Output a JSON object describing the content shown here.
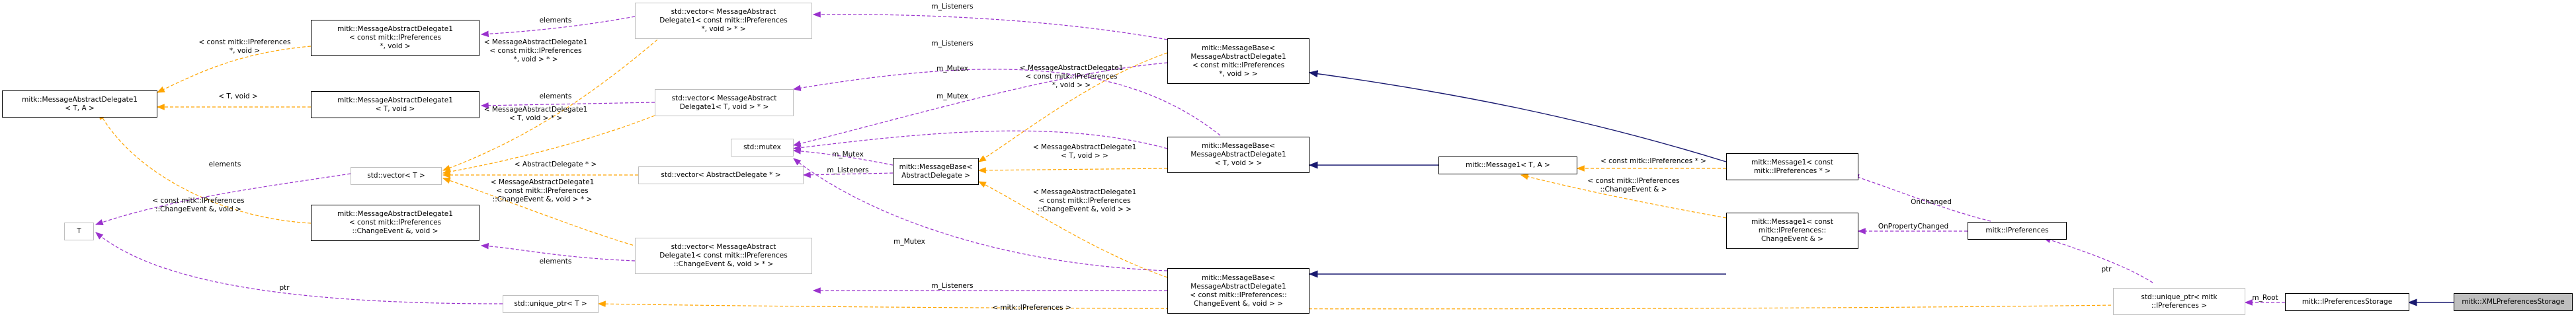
{
  "nodes": {
    "mad_ta": "mitk::MessageAbstractDelegate1\n< T, A >",
    "mad_const_ptr": "mitk::MessageAbstractDelegate1\n< const mitk::IPreferences\n*, void >",
    "mad_t_void": "mitk::MessageAbstractDelegate1\n< T, void >",
    "mad_changeevent": "mitk::MessageAbstractDelegate1\n< const mitk::IPreferences\n::ChangeEvent &, void >",
    "t": "T",
    "vec_const_ptr": "std::vector< MessageAbstract\nDelegate1< const mitk::IPreferences\n*, void > * >",
    "vec_t_void": "std::vector< MessageAbstract\nDelegate1< T, void > * >",
    "mutex": "std::mutex",
    "vec_t": "std::vector< T >",
    "vec_abstract": "std::vector< AbstractDelegate * >",
    "vec_changeevent": "std::vector< MessageAbstract\nDelegate1< const mitk::IPreferences\n::ChangeEvent &, void > * >",
    "uptr_t": "std::unique_ptr< T >",
    "messagebase_abstract": "mitk::MessageBase<\nAbstractDelegate >",
    "mb_const_ptr": "mitk::MessageBase<\nMessageAbstractDelegate1\n< const mitk::IPreferences\n*, void > >",
    "mb_t_void": "mitk::MessageBase<\nMessageAbstractDelegate1\n< T, void > >",
    "mb_changeevent": "mitk::MessageBase<\nMessageAbstractDelegate1\n< const mitk::IPreferences::\nChangeEvent &, void > >",
    "message1_ta": "mitk::Message1< T, A >",
    "message1_const_ptr": "mitk::Message1< const\nmitk::IPreferences * >",
    "message1_changeevent": "mitk::Message1< const\nmitk::IPreferences::\nChangeEvent & >",
    "ipreferences": "mitk::IPreferences",
    "uptr_ipreferences": "std::unique_ptr< mitk\n::IPreferences >",
    "ipreferences_storage": "mitk::IPreferencesStorage",
    "xml_preferences_storage": "mitk::XMLPreferencesStorage"
  },
  "edge_labels": {
    "e1": "< const mitk::IPreferences\n*, void >",
    "e2": "elements",
    "e3": "m_Listeners",
    "e4": "< T, void >",
    "e5": "elements",
    "e6": "< MessageAbstractDelegate1\n< T, void > * >",
    "e7": "m_Listeners",
    "e8": "< MessageAbstractDelegate1\n< const mitk::IPreferences\n*, void > * >",
    "e9": "m_Mutex",
    "e10": "m_Mutex",
    "e11": "elements",
    "e12": "< const mitk::IPreferences\n::ChangeEvent &, void >",
    "e13": "< AbstractDelegate * >",
    "e14": "m_Listeners",
    "e15": "m_Mutex",
    "e16": "< MessageAbstractDelegate1\n< T, void > >",
    "e17": "< MessageAbstractDelegate1\n< const mitk::IPreferences\n*, void > >",
    "e18": "< MessageAbstractDelegate1\n< const mitk::IPreferences\n::ChangeEvent &, void > * >",
    "e19": "elements",
    "e20": "m_Mutex",
    "e21": "< MessageAbstractDelegate1\n< const mitk::IPreferences\n::ChangeEvent &, void > >",
    "e22": "m_Listeners",
    "e23": "ptr",
    "e24": "< const mitk::IPreferences * >",
    "e25": "< const mitk::IPreferences\n::ChangeEvent & >",
    "e26": "OnChanged",
    "e27": "OnPropertyChanged",
    "e28": "ptr",
    "e29": "m_Root",
    "e30": "< mitk::IPreferences >"
  },
  "colors": {
    "inheritance": "#191970",
    "usage": "#9a32cd",
    "template": "#ffa500",
    "node_border": "#000000",
    "grey_border": "#bfbfbf",
    "focus_fill": "#bfbfbf"
  }
}
